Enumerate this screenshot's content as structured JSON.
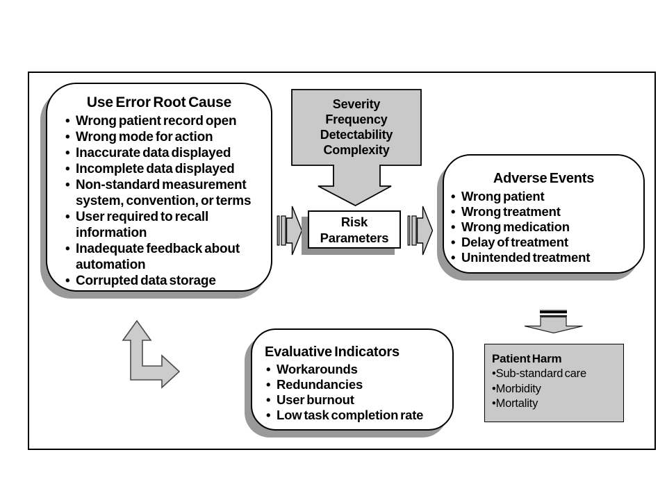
{
  "diagram": {
    "use_error": {
      "title": "Use Error Root Cause",
      "items": [
        "Wrong patient record open",
        "Wrong mode for action",
        "Inaccurate data displayed",
        "Incomplete data displayed",
        "Non-standard measurement\nsystem, convention, or terms",
        "User required to recall\ninformation",
        "Inadequate feedback about\nautomation",
        "Corrupted data storage"
      ]
    },
    "severity": {
      "lines": [
        "Severity",
        "Frequency",
        "Detectability",
        "Complexity"
      ]
    },
    "risk": {
      "lines": [
        "Risk",
        "Parameters"
      ]
    },
    "adverse": {
      "title": "Adverse Events",
      "items": [
        "Wrong patient",
        "Wrong treatment",
        "Wrong medication",
        "Delay of treatment",
        "Unintended treatment"
      ]
    },
    "evaluative": {
      "title": "Evaluative Indicators",
      "items": [
        "Workarounds",
        "Redundancies",
        "User burnout",
        "Low task completion rate"
      ]
    },
    "patient_harm": {
      "title": "Patient Harm",
      "items": [
        "Sub-standard care",
        "Morbidity",
        "Mortality"
      ]
    },
    "arrows": {
      "severity_to_risk": "block-arrow-down",
      "rootcause_to_risk": "striped-arrow-right",
      "risk_to_adverse": "striped-arrow-right",
      "adverse_to_harm": "double-bar-arrow-down",
      "evaluative_feedback": "bent-arrow-up-right"
    },
    "colors": {
      "shape_fill": "#C9C9C9",
      "shadow": "#999999",
      "border": "#000000",
      "background": "#FFFFFF"
    }
  }
}
